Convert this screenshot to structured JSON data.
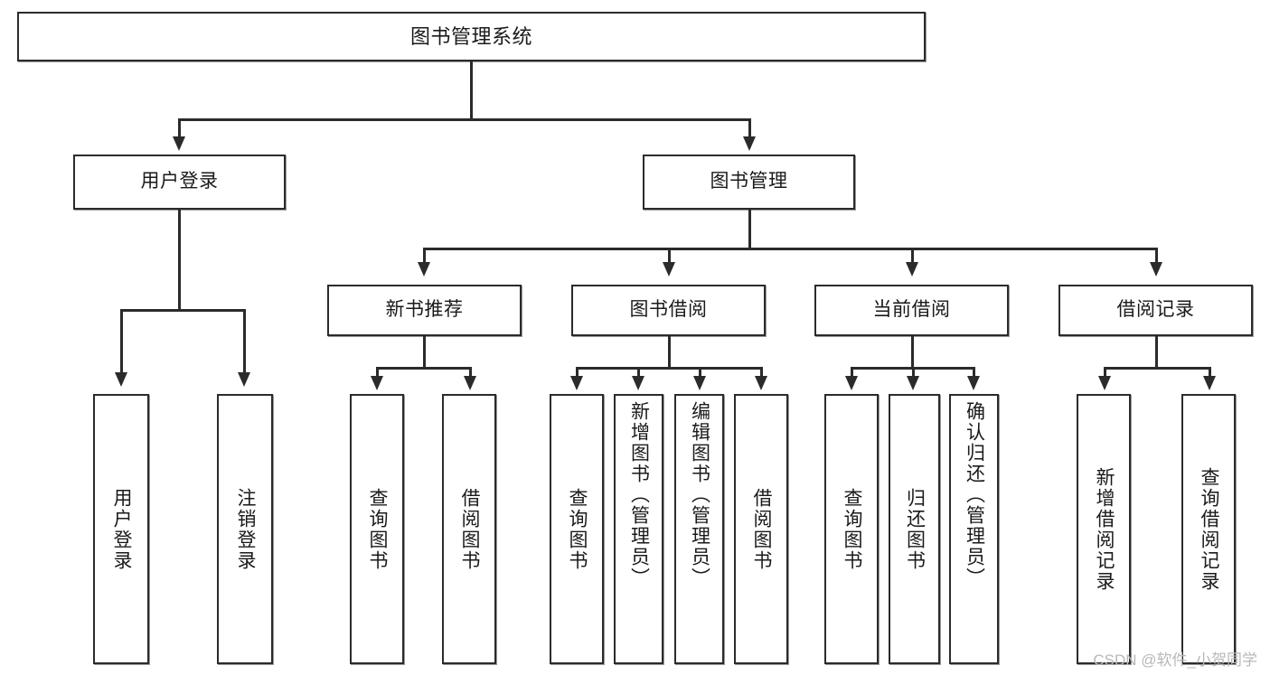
{
  "diagram": {
    "title": "图书管理系统",
    "type": "tree",
    "root": {
      "id": "root",
      "label": "图书管理系统"
    },
    "level2": [
      {
        "id": "user-login",
        "label": "用户登录"
      },
      {
        "id": "book-management",
        "label": "图书管理"
      }
    ],
    "level3": [
      {
        "id": "new-book-recommend",
        "label": "新书推荐",
        "parent": "book-management"
      },
      {
        "id": "book-borrow",
        "label": "图书借阅",
        "parent": "book-management"
      },
      {
        "id": "current-borrow",
        "label": "当前借阅",
        "parent": "book-management"
      },
      {
        "id": "borrow-record",
        "label": "借阅记录",
        "parent": "book-management"
      }
    ],
    "leaves": [
      {
        "id": "leaf-user-login",
        "label": "用户登录",
        "parent": "user-login"
      },
      {
        "id": "leaf-logout",
        "label": "注销登录",
        "parent": "user-login"
      },
      {
        "id": "leaf-query-book-1",
        "label": "查询图书",
        "parent": "new-book-recommend"
      },
      {
        "id": "leaf-borrow-book-1",
        "label": "借阅图书",
        "parent": "new-book-recommend"
      },
      {
        "id": "leaf-query-book-2",
        "label": "查询图书",
        "parent": "book-borrow"
      },
      {
        "id": "leaf-add-book",
        "label": "新增图书（管理员）",
        "parent": "book-borrow"
      },
      {
        "id": "leaf-edit-book",
        "label": "编辑图书（管理员）",
        "parent": "book-borrow"
      },
      {
        "id": "leaf-borrow-book-2",
        "label": "借阅图书",
        "parent": "book-borrow"
      },
      {
        "id": "leaf-query-book-3",
        "label": "查询图书",
        "parent": "current-borrow"
      },
      {
        "id": "leaf-return-book",
        "label": "归还图书",
        "parent": "current-borrow"
      },
      {
        "id": "leaf-confirm-return",
        "label": "确认归还（管理员）",
        "parent": "current-borrow"
      },
      {
        "id": "leaf-add-record",
        "label": "新增借阅记录",
        "parent": "borrow-record"
      },
      {
        "id": "leaf-query-record",
        "label": "查询借阅记录",
        "parent": "borrow-record"
      }
    ]
  },
  "watermark": {
    "text": "CSDN @软件_小贺同学"
  },
  "colors": {
    "stroke": "#2b2b2b",
    "fill": "#ffffff",
    "text": "#1a1a1a",
    "watermark": "#b8b8b8"
  }
}
